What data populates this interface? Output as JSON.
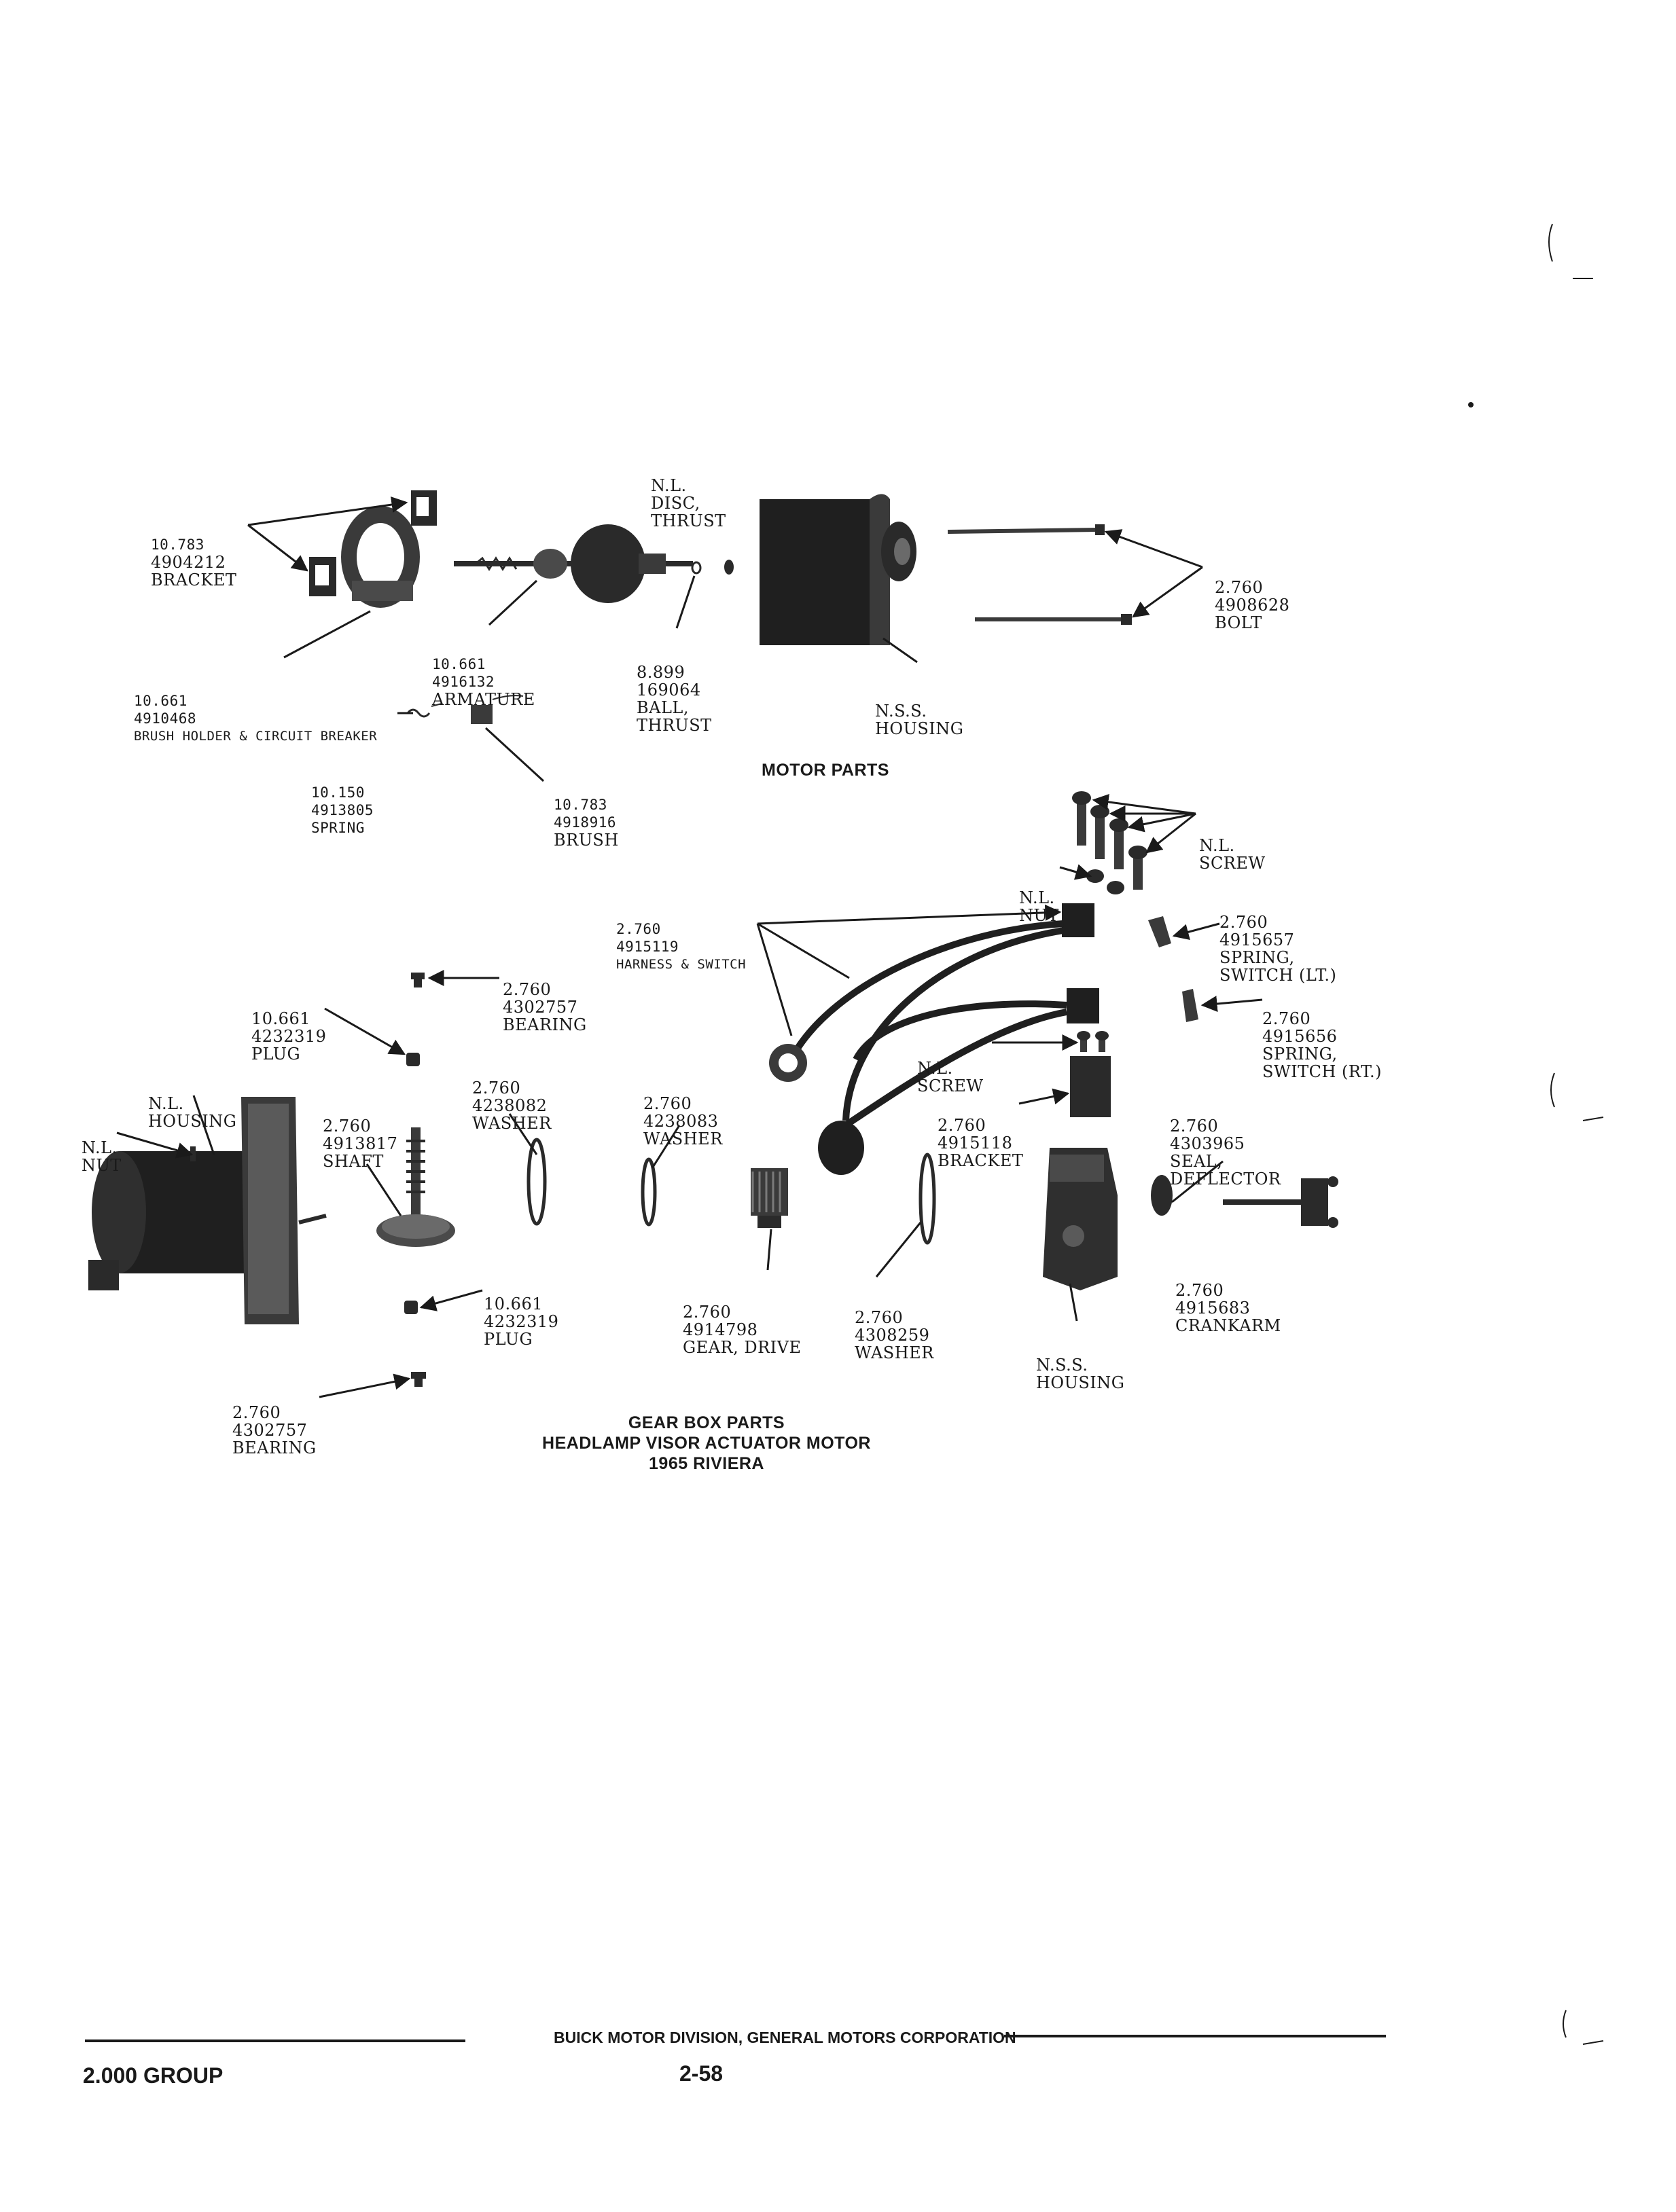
{
  "diagram": {
    "callouts": {
      "motor_bracket": [
        "10.783",
        "4904212",
        "BRACKET"
      ],
      "disc_thrust": [
        "N.L.",
        "DISC,",
        "THRUST"
      ],
      "bolt": [
        "2.760",
        "4908628",
        "BOLT"
      ],
      "armature": [
        "10.661",
        "4916132",
        "ARMATURE"
      ],
      "ball_thrust": [
        "8.899",
        "169064",
        "BALL,",
        "THRUST"
      ],
      "motor_housing": [
        "N.S.S.",
        "HOUSING"
      ],
      "brush_holder": [
        "10.661",
        "4910468",
        "BRUSH HOLDER & CIRCUIT BREAKER"
      ],
      "spring": [
        "10.150",
        "4913805",
        "SPRING"
      ],
      "brush": [
        "10.783",
        "4918916",
        "BRUSH"
      ],
      "nl_screw_top": [
        "N.L.",
        "SCREW"
      ],
      "nl_nut_top": [
        "N.L.",
        "NUT"
      ],
      "harness_switch": [
        "2.760",
        "4915119",
        "HARNESS & SWITCH"
      ],
      "spring_switch_lt": [
        "2.760",
        "4915657",
        "SPRING,",
        "SWITCH (LT.)"
      ],
      "bearing_top": [
        "2.760",
        "4302757",
        "BEARING"
      ],
      "plug_top": [
        "10.661",
        "4232319",
        "PLUG"
      ],
      "spring_switch_rt": [
        "2.760",
        "4915656",
        "SPRING,",
        "SWITCH (RT.)"
      ],
      "nl_housing": [
        "N.L.",
        "HOUSING"
      ],
      "nl_nut_left": [
        "N.L.",
        "NUT"
      ],
      "shaft": [
        "2.760",
        "4913817",
        "SHAFT"
      ],
      "washer_1": [
        "2.760",
        "4238082",
        "WASHER"
      ],
      "washer_2": [
        "2.760",
        "4238083",
        "WASHER"
      ],
      "nl_screw_mid": [
        "N.L.",
        "SCREW"
      ],
      "bracket_gear": [
        "2.760",
        "4915118",
        "BRACKET"
      ],
      "seal_deflector": [
        "2.760",
        "4303965",
        "SEAL,",
        "DEFLECTOR"
      ],
      "plug_bottom": [
        "10.661",
        "4232319",
        "PLUG"
      ],
      "gear_drive": [
        "2.760",
        "4914798",
        "GEAR, DRIVE"
      ],
      "washer_3": [
        "2.760",
        "4308259",
        "WASHER"
      ],
      "gear_housing": [
        "N.S.S.",
        "HOUSING"
      ],
      "crankarm": [
        "2.760",
        "4915683",
        "CRANKARM"
      ],
      "bearing_bottom": [
        "2.760",
        "4302757",
        "BEARING"
      ]
    },
    "section_titles": {
      "motor_parts": "MOTOR PARTS",
      "gear_box_lines": [
        "GEAR BOX PARTS",
        "HEADLAMP VISOR ACTUATOR MOTOR",
        "1965 RIVIERA"
      ]
    }
  },
  "footer": {
    "division": "BUICK MOTOR DIVISION, GENERAL MOTORS CORPORATION",
    "group": "2.000 GROUP",
    "page": "2-58"
  },
  "colors": {
    "ink": "#1a1a1a",
    "part_dark": "#2a2a2a",
    "part_mid": "#5a5a5a",
    "paper": "#ffffff"
  },
  "icons": [
    "motor-bracket-icon",
    "armature-icon",
    "motor-housing-icon",
    "bolt-icon",
    "brush-icon",
    "spring-icon",
    "harness-switch-icon",
    "gearbox-housing-icon",
    "shaft-gear-icon",
    "washer-icon",
    "crankarm-icon"
  ]
}
